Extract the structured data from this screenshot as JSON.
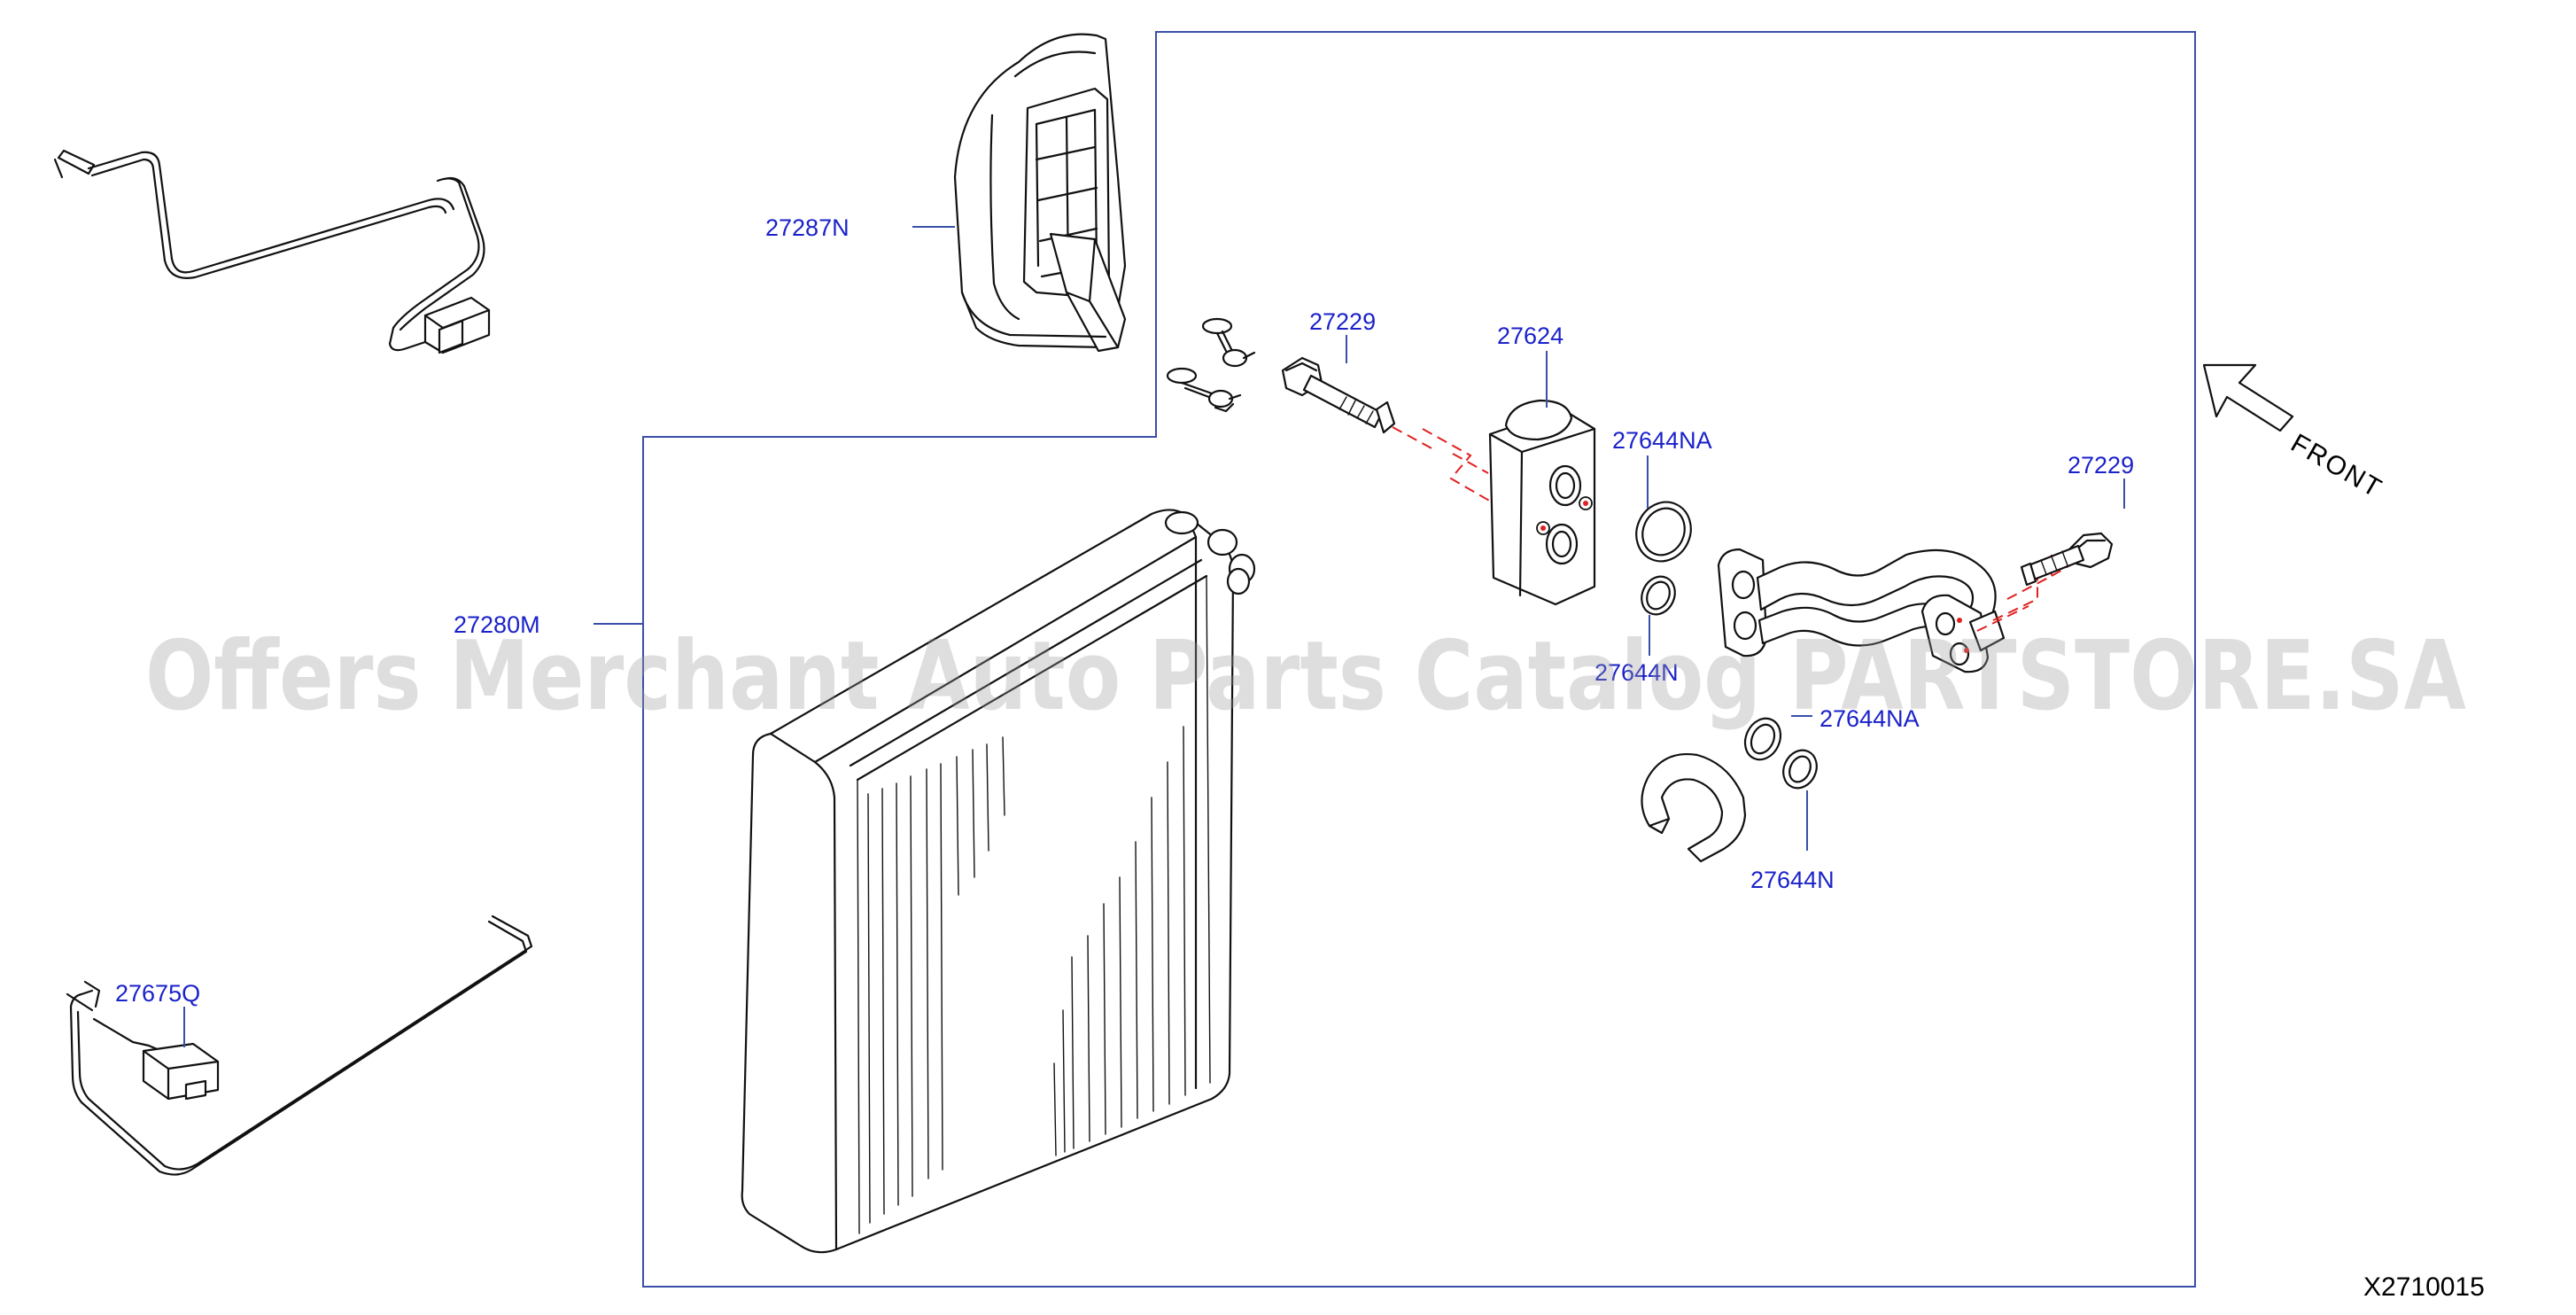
{
  "diagram": {
    "reference_code": "X2710015",
    "front_label": "FRONT",
    "watermark": "Offers Merchant Auto Parts Catalog PARTSTORE.SA",
    "colors": {
      "label": "#1b22c9",
      "frame": "#3a4fa8",
      "dashed_guide": "#e02020",
      "outline": "#111111"
    },
    "part_labels": {
      "p27287N": "27287N",
      "p27229_top": "27229",
      "p27624": "27624",
      "p27644NA_top": "27644NA",
      "p27229_right": "27229",
      "p27280M": "27280M",
      "p27644N_mid": "27644N",
      "p27644NA_lower": "27644NA",
      "p27644N_lower": "27644N",
      "p27675Q": "27675Q"
    }
  }
}
